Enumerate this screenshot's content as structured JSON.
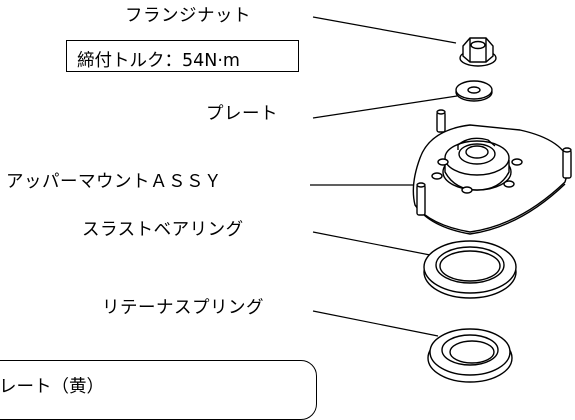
{
  "labels": {
    "flange_nut": "フランジナット",
    "plate": "プレート",
    "upper_mount": "アッパーマウントＡＳＳＹ",
    "thrust_bearing": "スラストベアリング",
    "retainer_spring": "リテーナスプリング"
  },
  "torque": {
    "text": "締付トルク：54N·m"
  },
  "note": {
    "text": "レート（黄）"
  }
}
